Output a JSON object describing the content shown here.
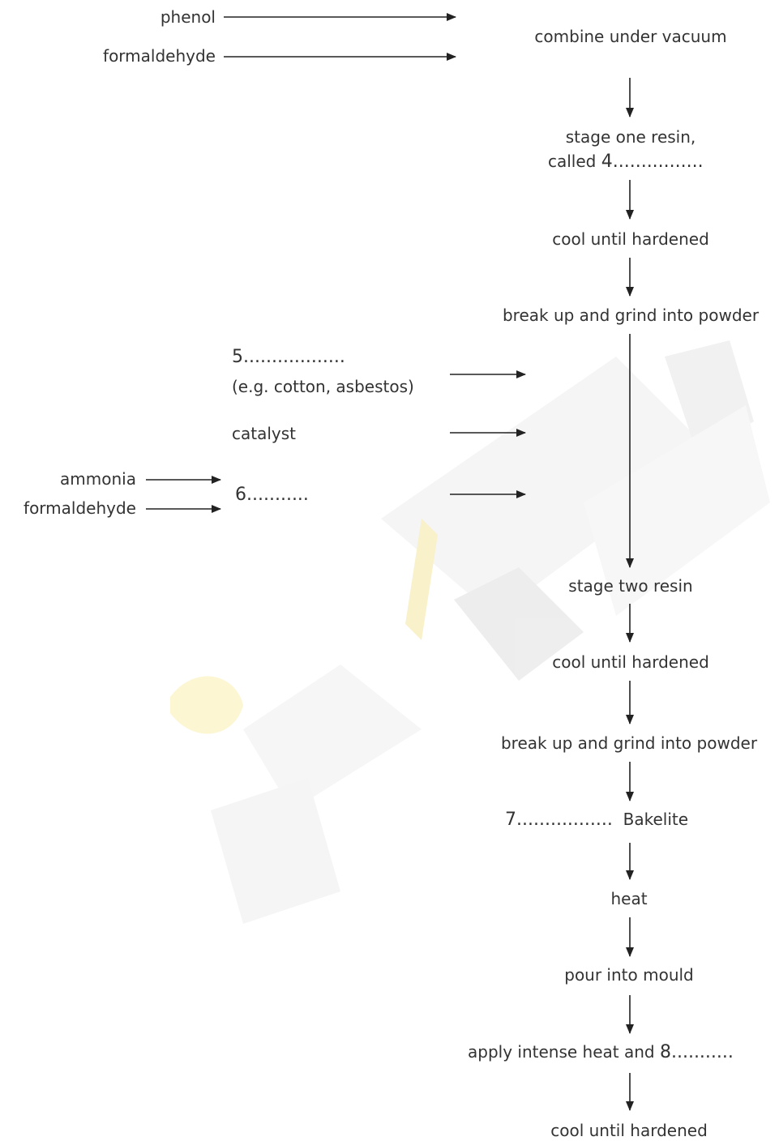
{
  "inputs": {
    "phenol": "phenol",
    "formaldehyde_top": "formaldehyde",
    "filler_gap": "5..................",
    "filler_example": "(e.g. cotton, asbestos)",
    "catalyst": "catalyst",
    "ammonia": "ammonia",
    "formaldehyde_bottom": "formaldehyde",
    "gap6": "6..........."
  },
  "steps": {
    "combine": "combine under vacuum",
    "stage_one_line1": "stage one resin,",
    "stage_one_line2": "called",
    "gap4": "4................",
    "cool1": "cool until hardened",
    "grind1": "break up and grind into powder",
    "stage_two": "stage two resin",
    "cool2": "cool until hardened",
    "grind2": "break up and grind into powder",
    "gap7": "7.................",
    "bakelite": "Bakelite",
    "heat": "heat",
    "pour": "pour into mould",
    "apply_heat": "apply intense heat and",
    "gap8": "8...........",
    "cool3": "cool until hardened"
  },
  "colors": {
    "text": "#333333",
    "arrow": "#222222",
    "watermark_gray": "#e6e6e6",
    "watermark_yellow": "#f6e27a"
  },
  "icons": {
    "arrow": "right-arrow / down-arrow",
    "watermark": "graduation-cap-logo-watermark"
  }
}
